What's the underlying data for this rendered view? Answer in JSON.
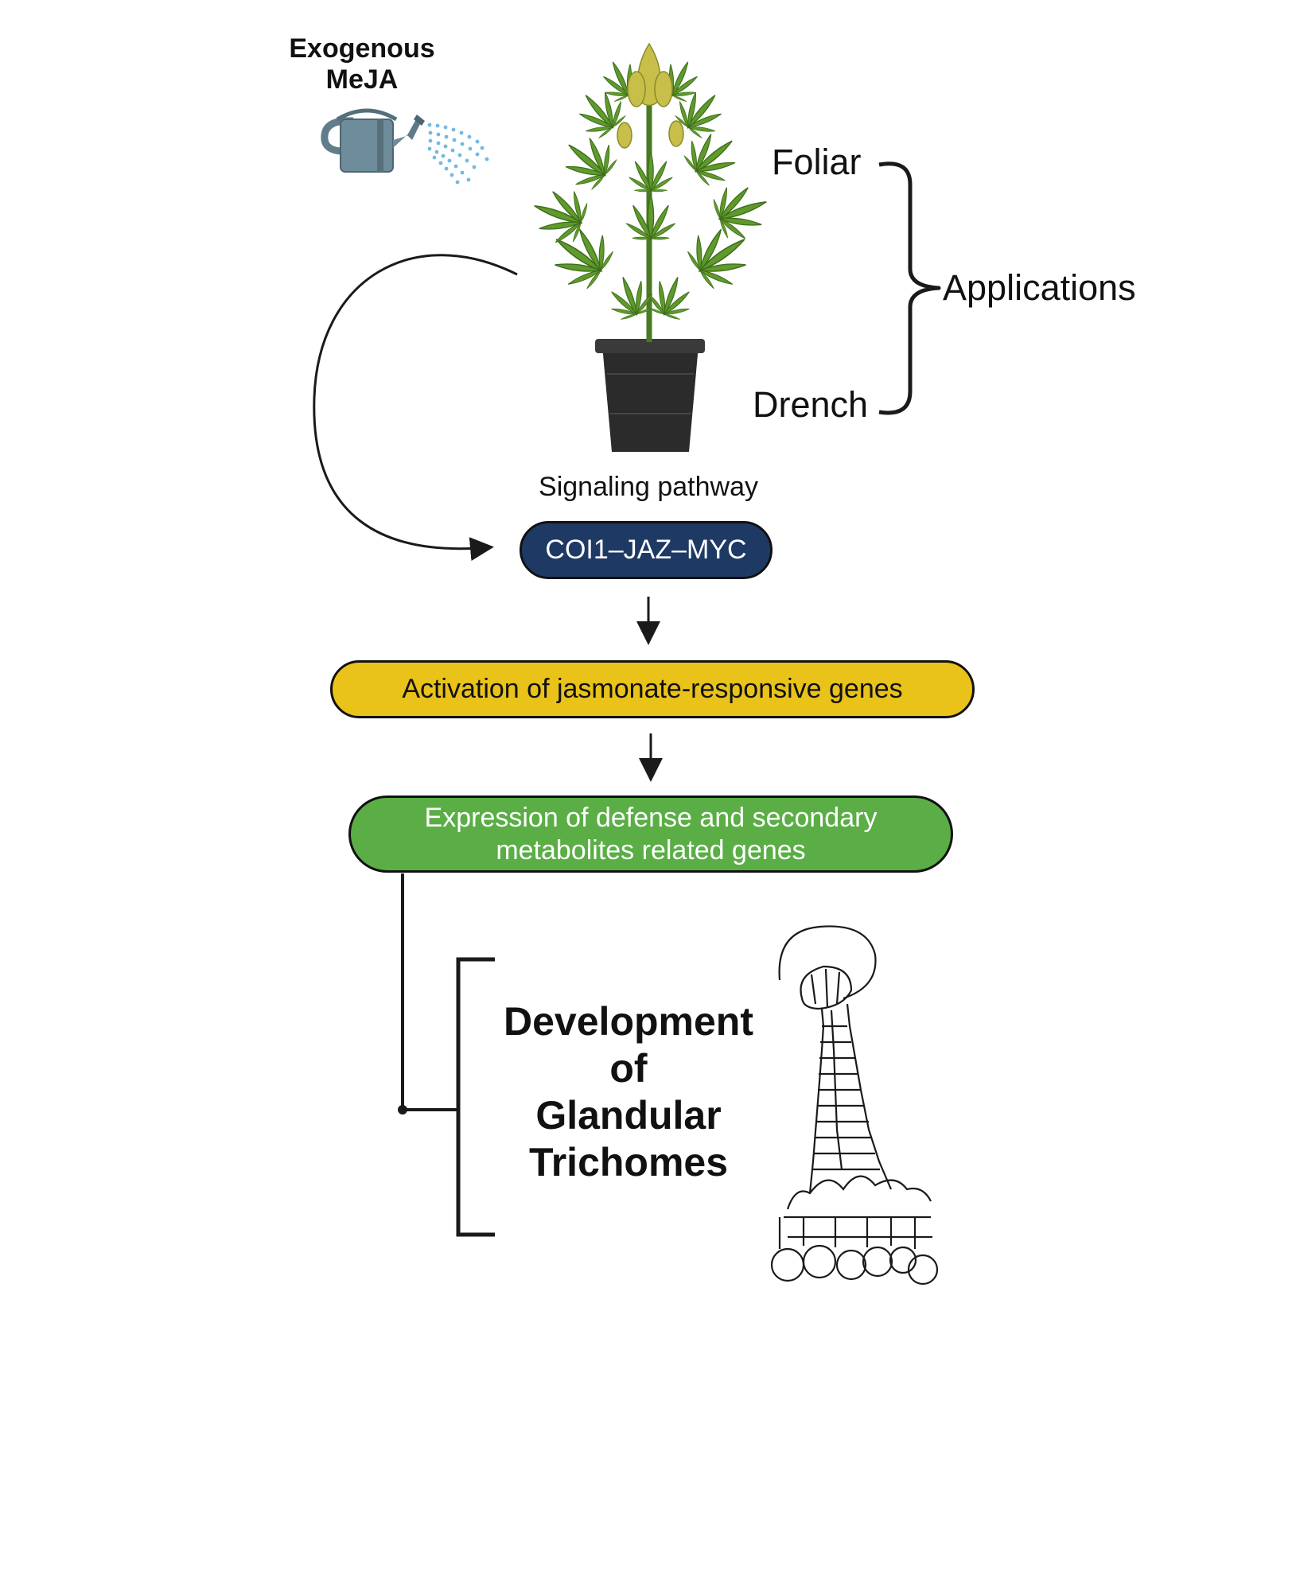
{
  "source": {
    "label_line1": "Exogenous",
    "label_line2": "MeJA",
    "icon": "watering-can-icon"
  },
  "plant": {
    "icon": "potted-cannabis-plant-icon"
  },
  "applications": {
    "label": "Applications",
    "items": [
      "Foliar",
      "Drench"
    ]
  },
  "pathway": {
    "caption": "Signaling pathway",
    "complex": "COI1–JAZ–MYC",
    "activation": "Activation of jasmonate-responsive genes",
    "expression_line1": "Expression of defense and secondary",
    "expression_line2": "metabolites related genes"
  },
  "outcome": {
    "lines": [
      "Development",
      "of",
      "Glandular",
      "Trichomes"
    ],
    "icon": "glandular-trichome-illustration"
  },
  "colors": {
    "complex_fill": "#1e3a64",
    "activation_fill": "#e9c21a",
    "expression_fill": "#5aae45",
    "leaf_green": "#5f9a2c",
    "pot_dark": "#2b2b2b",
    "can_gray": "#607d8b",
    "water_blue": "#74b9e0"
  }
}
